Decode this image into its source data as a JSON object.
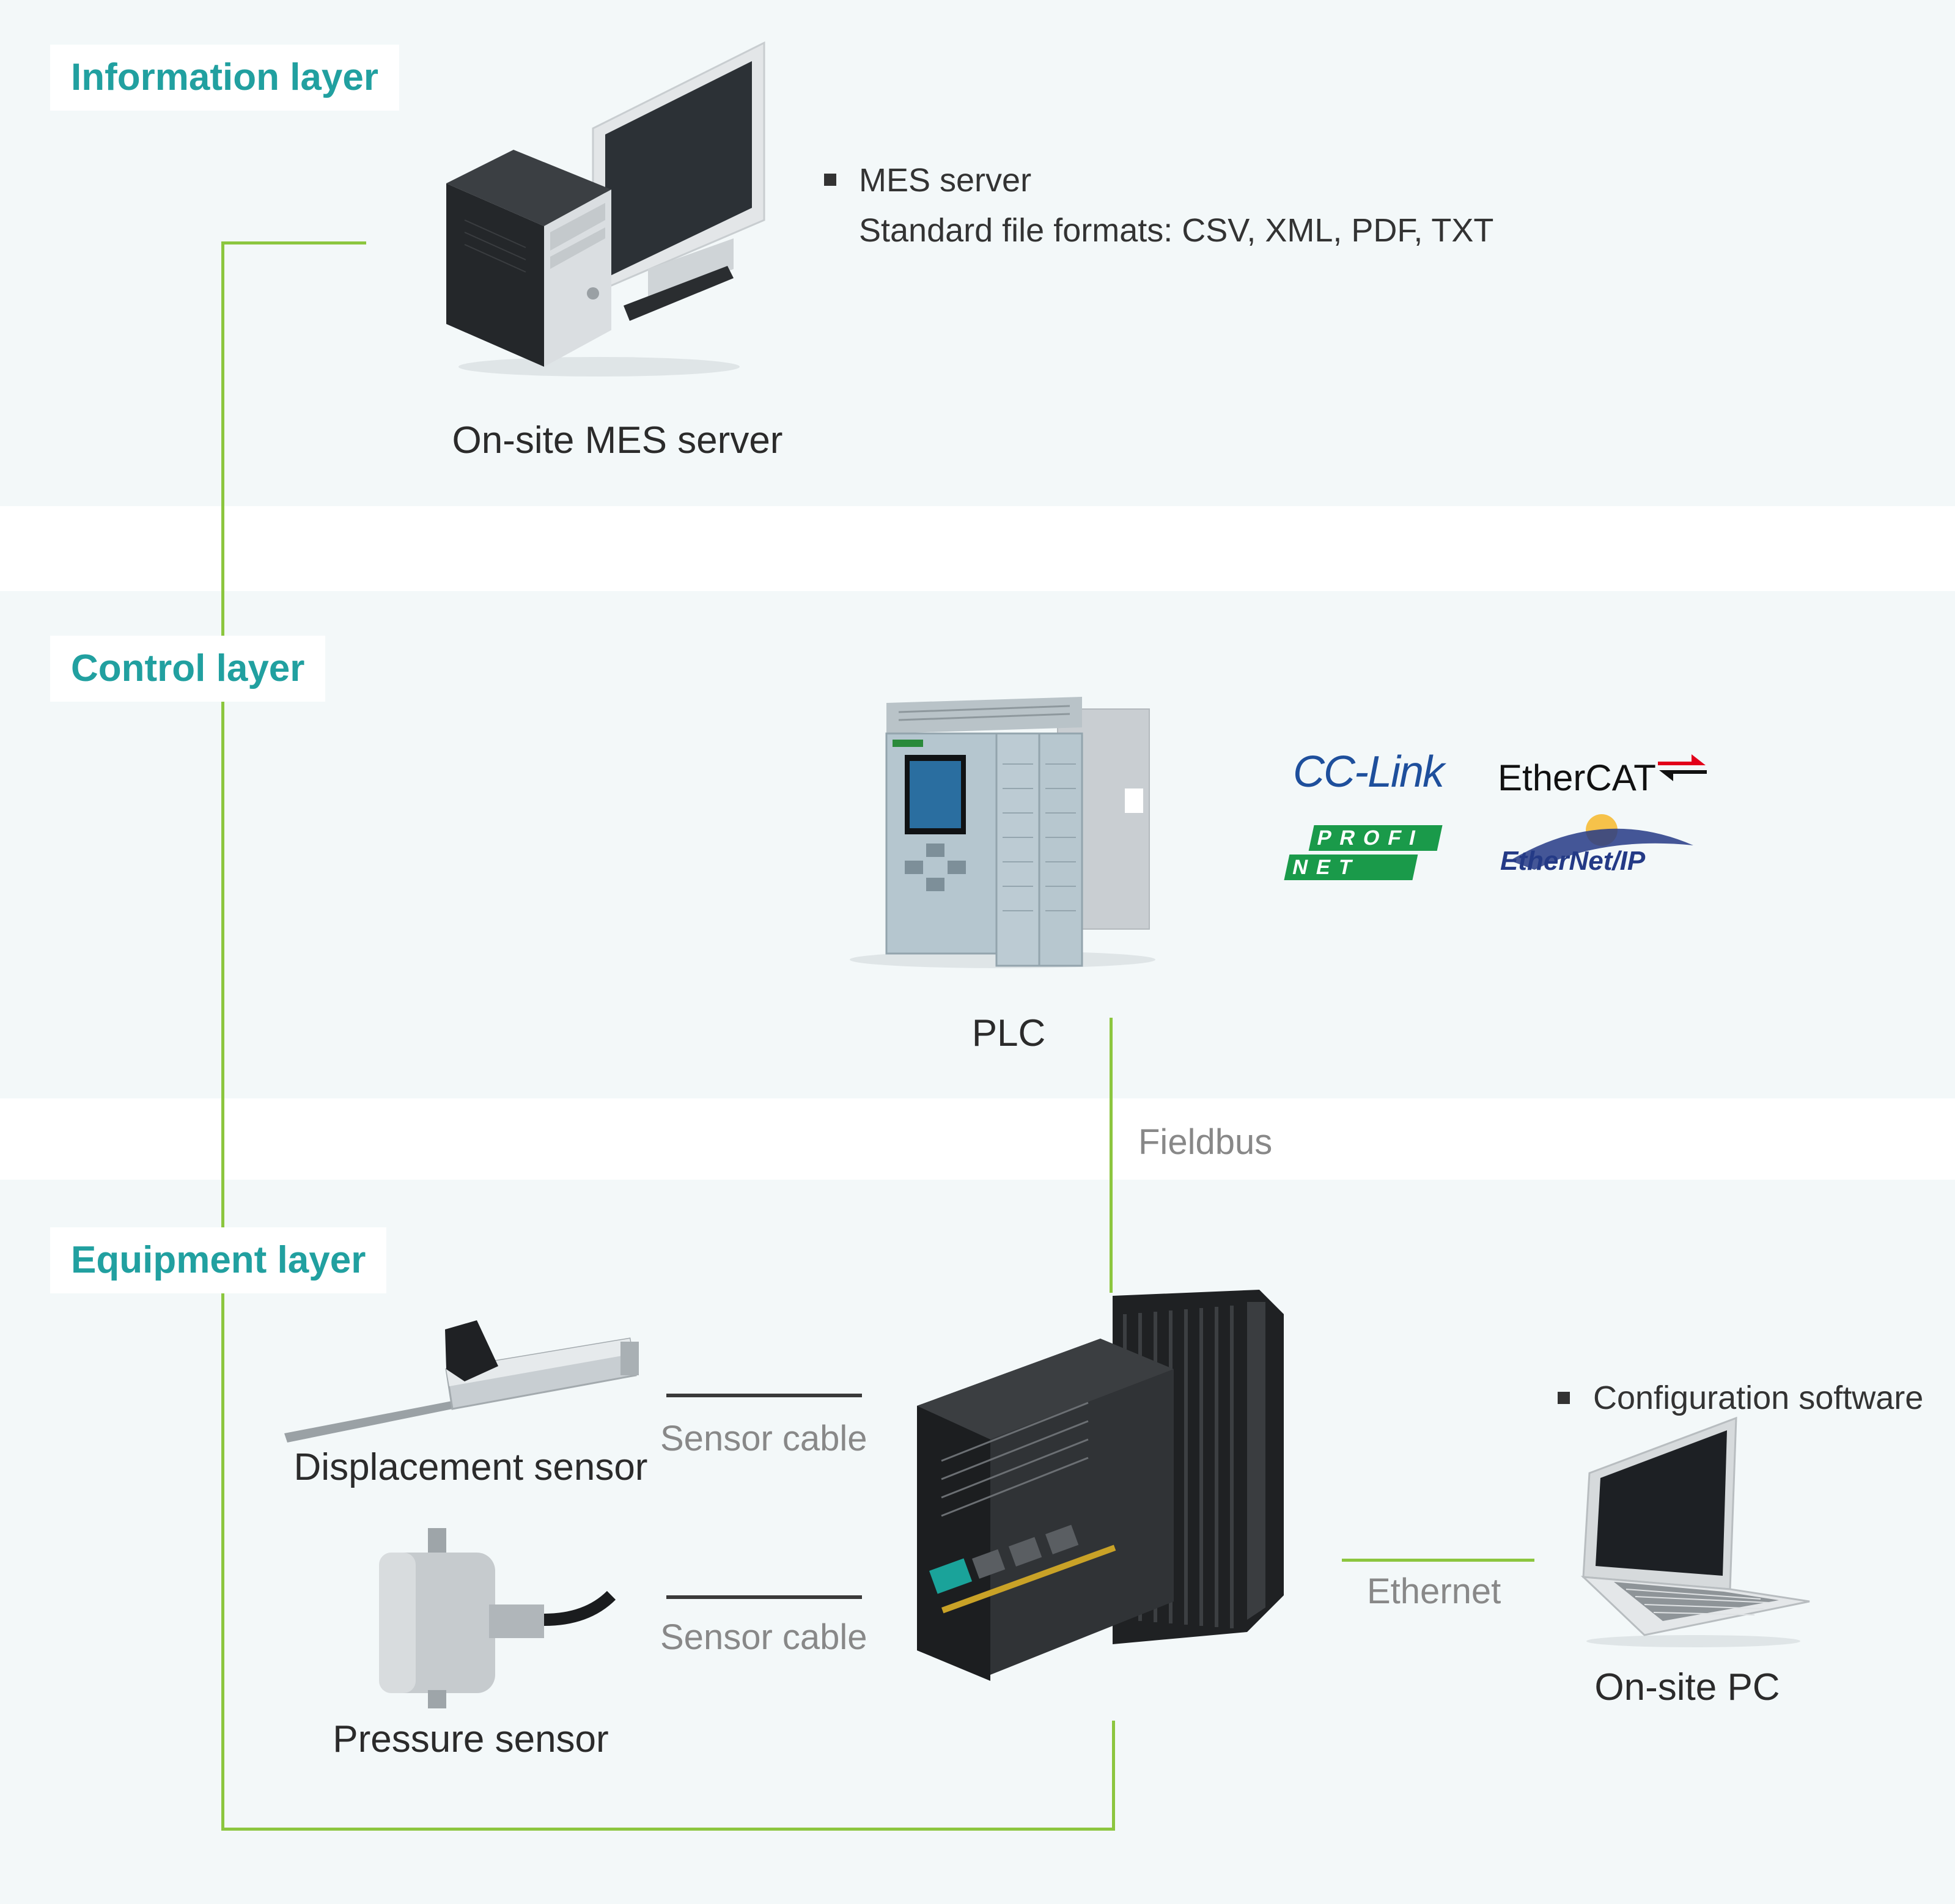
{
  "layers": {
    "information": "Information layer",
    "control": "Control layer",
    "equipment": "Equipment layer"
  },
  "devices": {
    "mes_server": "On-site MES server",
    "plc": "PLC",
    "displacement_sensor": "Displacement sensor",
    "pressure_sensor": "Pressure sensor",
    "onsite_pc": "On-site PC"
  },
  "notes": {
    "mes_title": "MES server",
    "mes_formats": "Standard file formats: CSV, XML, PDF, TXT",
    "pc_software": "Configuration software"
  },
  "links": {
    "fieldbus": "Fieldbus",
    "sensor_cable_1": "Sensor cable",
    "sensor_cable_2": "Sensor cable",
    "ethernet": "Ethernet"
  },
  "protocols": {
    "cclink": "CC-Link",
    "ethercat": "EtherCAT",
    "profinet_top": "PROFI",
    "profinet_bottom": "NET",
    "ethernetip": "EtherNet/IP"
  },
  "colors": {
    "accent_teal": "#21a0a0",
    "wire_green": "#8cc63f",
    "band_bg": "#f3f8f9"
  }
}
